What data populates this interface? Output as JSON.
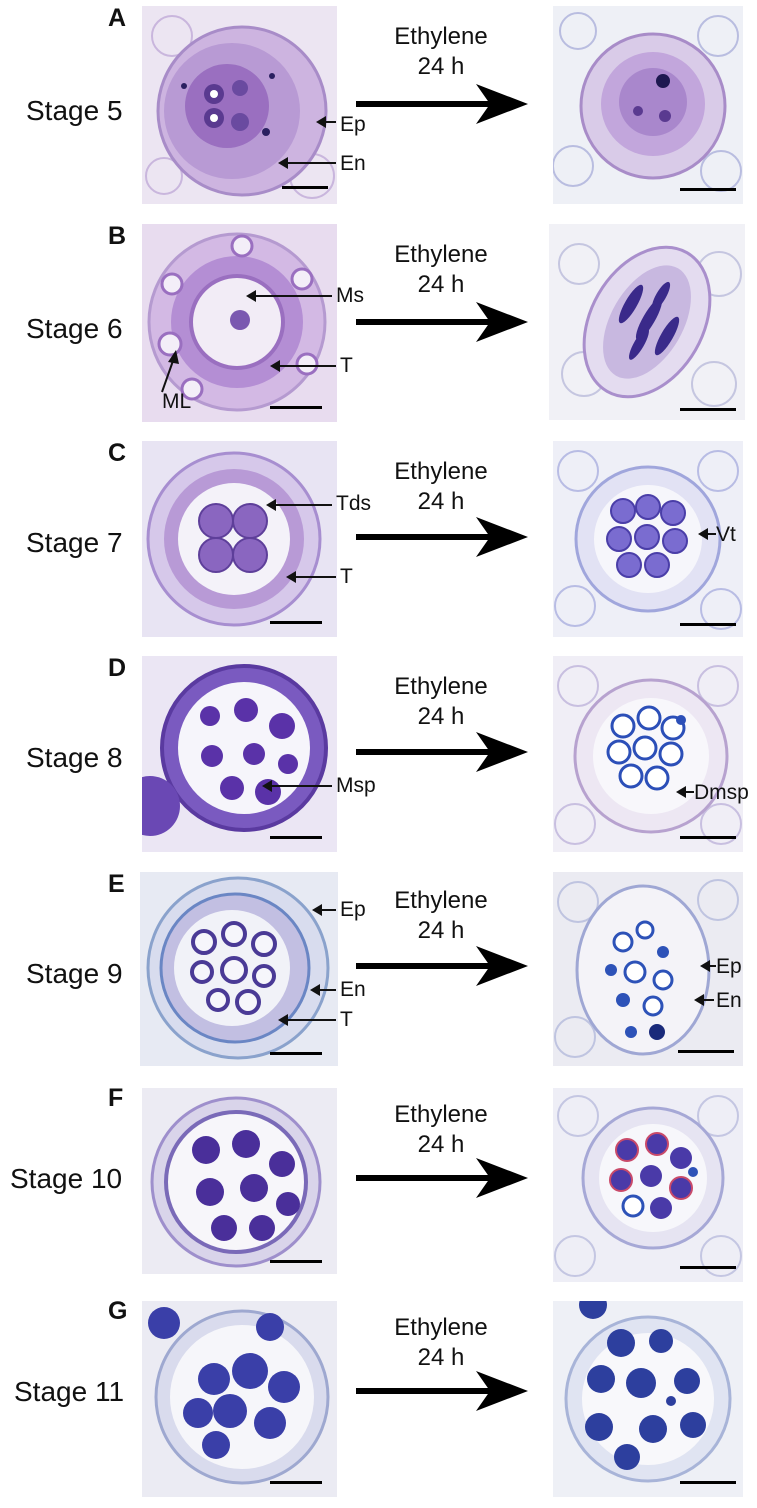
{
  "figure": {
    "treatment_top": "Ethylene",
    "treatment_bottom": "24 h",
    "panels": [
      {
        "letter": "A",
        "stage": "Stage 5",
        "labels": [
          "Ep",
          "En"
        ],
        "right_labels": []
      },
      {
        "letter": "B",
        "stage": "Stage 6",
        "labels": [
          "Ms",
          "T",
          "ML"
        ],
        "right_labels": []
      },
      {
        "letter": "C",
        "stage": "Stage 7",
        "labels": [
          "Tds",
          "T"
        ],
        "right_labels": [
          "Vt"
        ]
      },
      {
        "letter": "D",
        "stage": "Stage 8",
        "labels": [
          "Msp"
        ],
        "right_labels": [
          "Dmsp"
        ]
      },
      {
        "letter": "E",
        "stage": "Stage 9",
        "labels": [
          "Ep",
          "En",
          "T"
        ],
        "right_labels": [
          "Ep",
          "En"
        ]
      },
      {
        "letter": "F",
        "stage": "Stage 10",
        "labels": [],
        "right_labels": []
      },
      {
        "letter": "G",
        "stage": "Stage 11",
        "labels": [],
        "right_labels": []
      }
    ]
  },
  "colors": {
    "stain_purple": "#9a6fc0",
    "stain_dark": "#4a2f9a",
    "tissue_light": "#e6ddf0",
    "stain_blue": "#3a3fa8"
  }
}
